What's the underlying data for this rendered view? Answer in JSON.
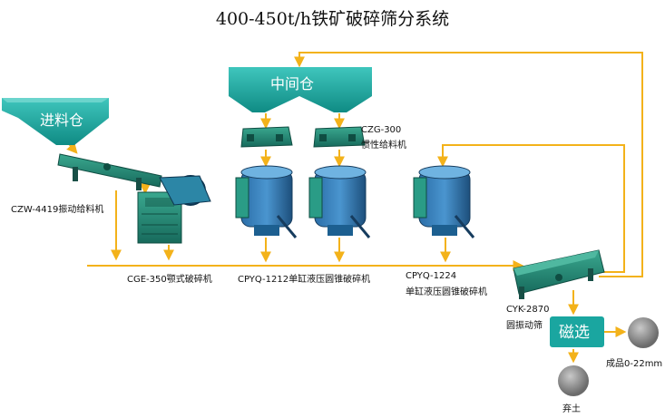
{
  "title": "400-450t/h铁矿破碎筛分系统",
  "hoppers": {
    "feed_bin": "进料仓",
    "middle_bin": "中间仓"
  },
  "equipment": {
    "vibrating_feeder": "CZW-4419振动给料机",
    "jaw_crusher": "CGE-350颚式破碎机",
    "inertia_feeder_model": "CZG-300",
    "inertia_feeder_name": "惯性给料机",
    "cone_crusher_1212": "CPYQ-1212单缸液压圆锥破碎机",
    "cone_crusher_1224_model": "CPYQ-1224",
    "cone_crusher_1224_name": "单缸液压圆锥破碎机",
    "screen_model": "CYK-2870",
    "screen_name": "圆振动筛",
    "magnetic_sep": "磁选"
  },
  "outputs": {
    "product": "成品0-22mm",
    "waste": "弃土"
  },
  "colors": {
    "flow": "#f3b21a",
    "hopper_teal": "#1aa6a0",
    "machine_green": "#1c7f70",
    "machine_blue": "#2e6fb0",
    "product_gray": "#8a8a8a"
  }
}
